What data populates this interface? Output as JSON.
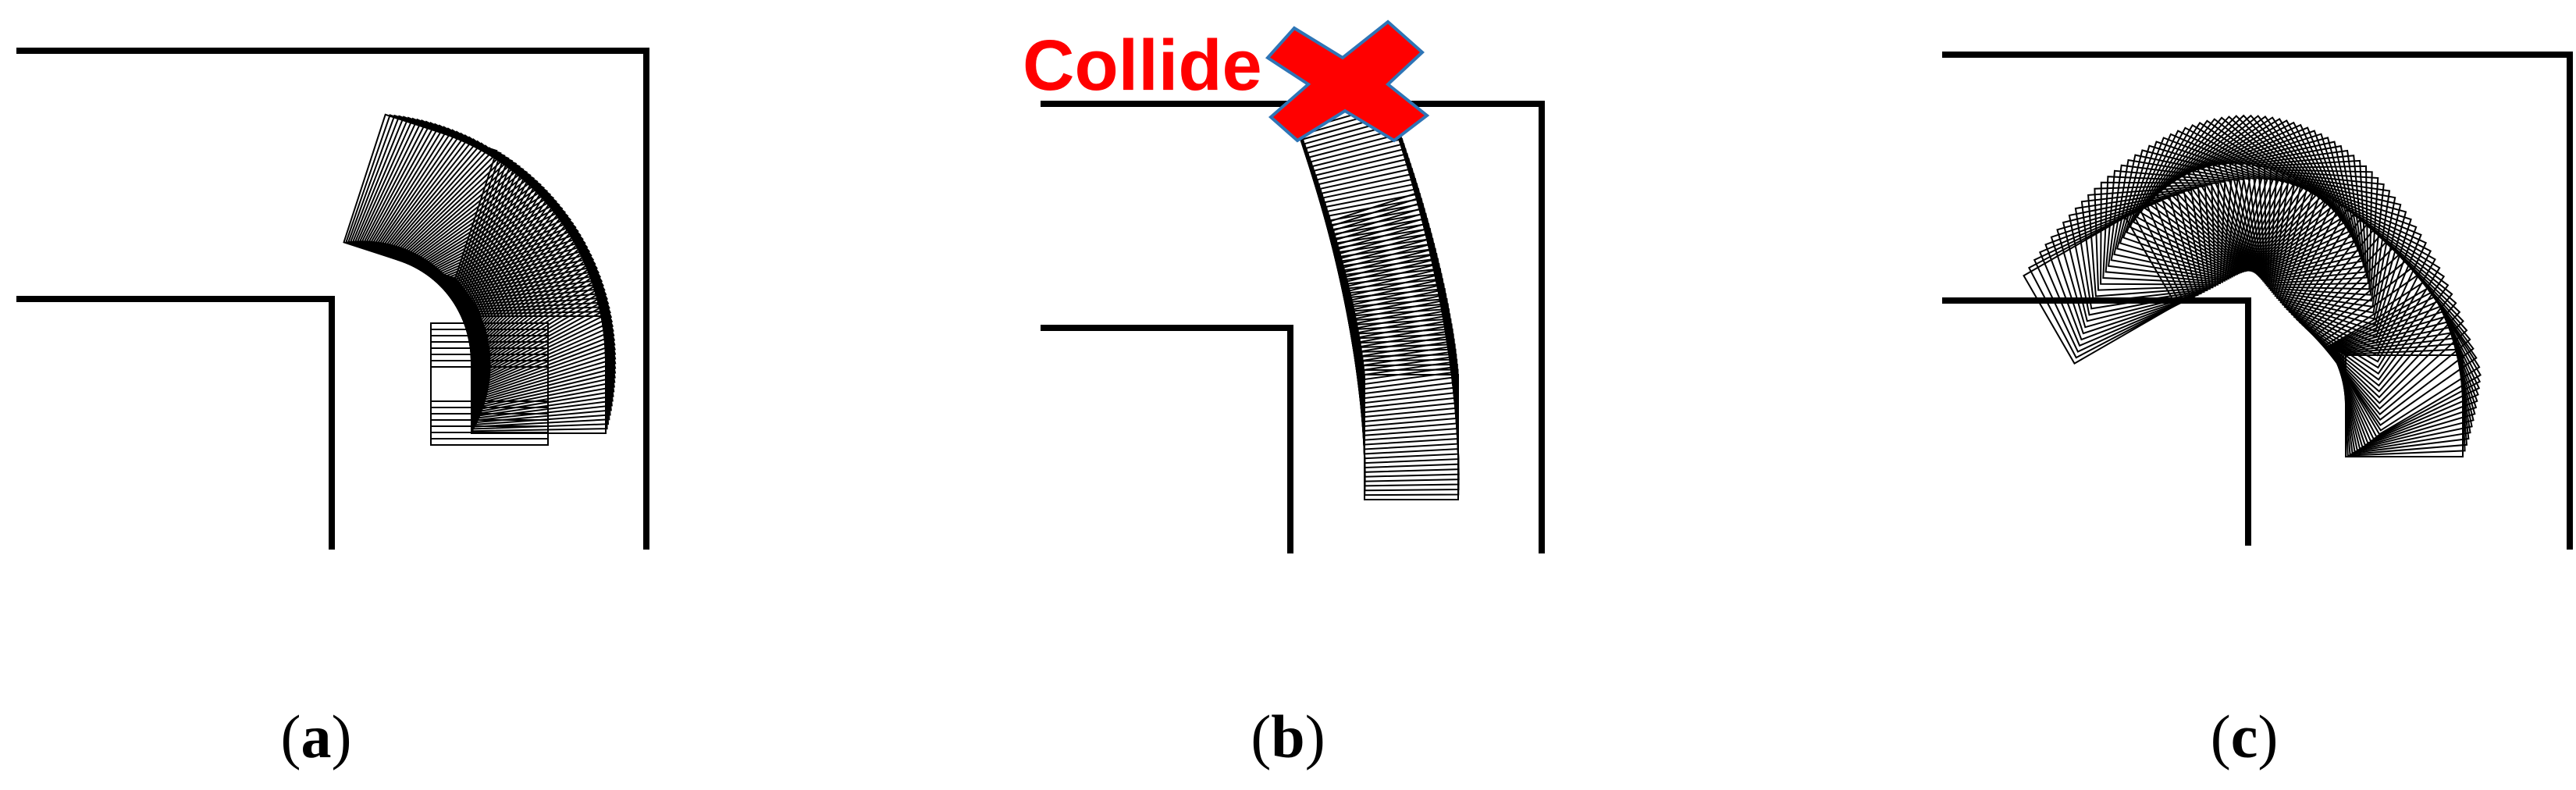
{
  "panels": [
    {
      "id": "a",
      "caption_open": "(",
      "caption_letter": "a",
      "caption_close": ")",
      "outcome": "success"
    },
    {
      "id": "b",
      "caption_open": "(",
      "caption_letter": "b",
      "caption_close": ")",
      "outcome": "collision"
    },
    {
      "id": "c",
      "caption_open": "(",
      "caption_letter": "c",
      "caption_close": ")",
      "outcome": "success"
    }
  ],
  "annotation": {
    "collide_label": "Collide",
    "collide_color": "#ff0000",
    "marker_icon": "cross-icon",
    "marker_stroke": "#2e75b6"
  },
  "colors": {
    "wall": "#000000",
    "frame": "#000000",
    "background": "#ffffff"
  }
}
